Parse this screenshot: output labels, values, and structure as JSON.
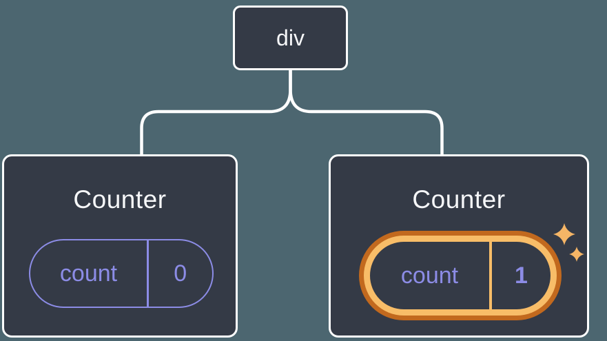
{
  "diagram": {
    "description": "Component tree with a div root and two Counter children holding independent state",
    "root": {
      "label": "div"
    },
    "children": [
      {
        "title": "Counter",
        "state": {
          "key": "count",
          "value": "0"
        },
        "highlighted": false
      },
      {
        "title": "Counter",
        "state": {
          "key": "count",
          "value": "1"
        },
        "highlighted": true
      }
    ]
  },
  "colors": {
    "background": "#4C6670",
    "card_background": "#343A46",
    "card_border": "#FFFFFF",
    "connector": "#FFFFFF",
    "title_text": "#F6F7F9",
    "state_accent_purple": "#8C8CE6",
    "highlight_ring_outer": "#C2691E",
    "highlight_ring_inner": "#F8BD68",
    "sparkle": "#F5B566"
  }
}
